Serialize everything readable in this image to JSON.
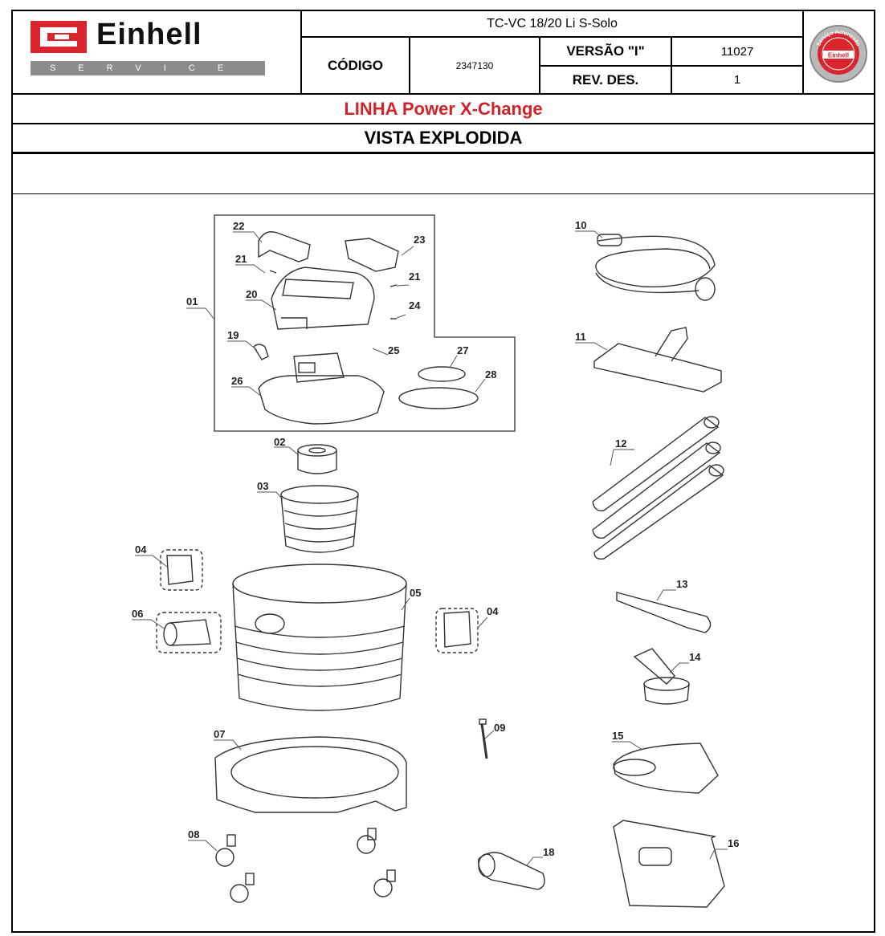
{
  "header": {
    "brand": "Einhell",
    "brand_sub": "SERVICE",
    "model": "TC-VC 18/20 Li S-Solo",
    "codigo_label": "CÓDIGO",
    "codigo_value": "2347130",
    "versao_label": "VERSÃO \"I\"",
    "versao_value": "11027",
    "rev_label": "REV. DES.",
    "rev_value": "1",
    "seal_top": "Serviço Autorizado",
    "seal_brand": "Einhell"
  },
  "line_title": "LINHA Power X-Change",
  "view_title": "VISTA EXPLODIDA",
  "colors": {
    "brand_red": "#d9262e",
    "title_red": "#d2232a",
    "service_gray": "#8c8c8c"
  },
  "parts": [
    "01",
    "02",
    "03",
    "04",
    "04",
    "05",
    "06",
    "07",
    "08",
    "09",
    "10",
    "11",
    "12",
    "13",
    "14",
    "15",
    "16",
    "18",
    "19",
    "20",
    "21",
    "21",
    "22",
    "23",
    "24",
    "25",
    "26",
    "27",
    "28"
  ]
}
